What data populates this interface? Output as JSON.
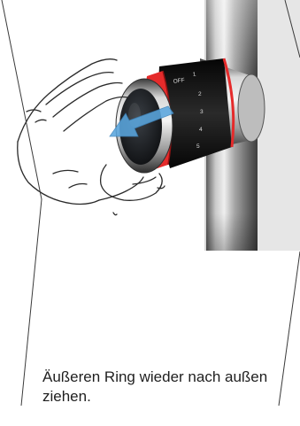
{
  "caption": {
    "text": "Äußeren Ring wieder nach außen ziehen."
  },
  "knob": {
    "scale_labels": [
      "OFF",
      "1",
      "2",
      "3",
      "4",
      "5"
    ]
  },
  "colors": {
    "accent_ring": "#e52b2b",
    "arrow": "#5aa6de",
    "pipe": "#9b9b9b",
    "outline": "#2a2a2a"
  }
}
